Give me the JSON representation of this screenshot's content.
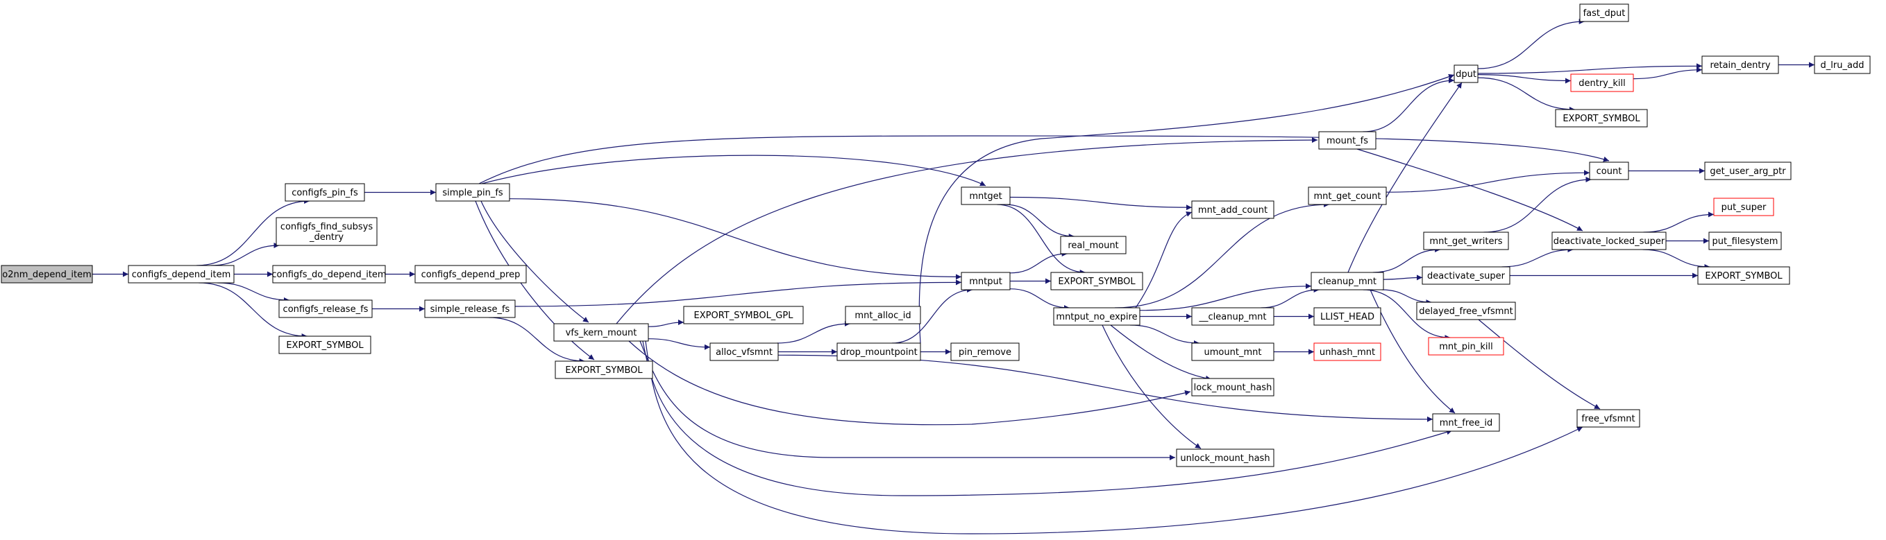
{
  "colors": {
    "edge": "#191970",
    "node_border": "#000000",
    "node_fill": "#ffffff",
    "root_fill": "#bfbfbf",
    "truncated_border": "#ff0000"
  },
  "nodes": [
    {
      "id": "o2nm_depend_item",
      "lines": [
        "o2nm_depend_item"
      ],
      "kind": "root"
    },
    {
      "id": "configfs_depend_item",
      "lines": [
        "configfs_depend_item"
      ]
    },
    {
      "id": "configfs_pin_fs",
      "lines": [
        "configfs_pin_fs"
      ]
    },
    {
      "id": "configfs_find_subsys_dentry",
      "lines": [
        "configfs_find_subsys",
        "_dentry"
      ]
    },
    {
      "id": "configfs_do_depend_item",
      "lines": [
        "configfs_do_depend_item"
      ]
    },
    {
      "id": "configfs_release_fs",
      "lines": [
        "configfs_release_fs"
      ]
    },
    {
      "id": "EXPORT_SYMBOL_1",
      "lines": [
        "EXPORT_SYMBOL"
      ]
    },
    {
      "id": "simple_pin_fs",
      "lines": [
        "simple_pin_fs"
      ]
    },
    {
      "id": "configfs_depend_prep",
      "lines": [
        "configfs_depend_prep"
      ]
    },
    {
      "id": "simple_release_fs",
      "lines": [
        "simple_release_fs"
      ]
    },
    {
      "id": "EXPORT_SYMBOL_2",
      "lines": [
        "EXPORT_SYMBOL"
      ]
    },
    {
      "id": "vfs_kern_mount",
      "lines": [
        "vfs_kern_mount"
      ]
    },
    {
      "id": "EXPORT_SYMBOL_GPL",
      "lines": [
        "EXPORT_SYMBOL_GPL"
      ]
    },
    {
      "id": "alloc_vfsmnt",
      "lines": [
        "alloc_vfsmnt"
      ]
    },
    {
      "id": "mnt_alloc_id",
      "lines": [
        "mnt_alloc_id"
      ]
    },
    {
      "id": "drop_mountpoint",
      "lines": [
        "drop_mountpoint"
      ]
    },
    {
      "id": "pin_remove",
      "lines": [
        "pin_remove"
      ]
    },
    {
      "id": "mntget",
      "lines": [
        "mntget"
      ]
    },
    {
      "id": "real_mount",
      "lines": [
        "real_mount"
      ]
    },
    {
      "id": "mntput",
      "lines": [
        "mntput"
      ]
    },
    {
      "id": "EXPORT_SYMBOL_3",
      "lines": [
        "EXPORT_SYMBOL"
      ]
    },
    {
      "id": "mntput_no_expire",
      "lines": [
        "mntput_no_expire"
      ]
    },
    {
      "id": "mnt_add_count",
      "lines": [
        "mnt_add_count"
      ]
    },
    {
      "id": "__cleanup_mnt",
      "lines": [
        "__cleanup_mnt"
      ]
    },
    {
      "id": "umount_mnt",
      "lines": [
        "umount_mnt"
      ]
    },
    {
      "id": "lock_mount_hash",
      "lines": [
        "lock_mount_hash"
      ]
    },
    {
      "id": "unlock_mount_hash",
      "lines": [
        "unlock_mount_hash"
      ]
    },
    {
      "id": "mount_fs",
      "lines": [
        "mount_fs"
      ]
    },
    {
      "id": "mnt_get_count",
      "lines": [
        "mnt_get_count"
      ]
    },
    {
      "id": "cleanup_mnt",
      "lines": [
        "cleanup_mnt"
      ]
    },
    {
      "id": "LLIST_HEAD",
      "lines": [
        "LLIST_HEAD"
      ]
    },
    {
      "id": "unhash_mnt",
      "lines": [
        "unhash_mnt"
      ],
      "kind": "truncated"
    },
    {
      "id": "mnt_free_id",
      "lines": [
        "mnt_free_id"
      ]
    },
    {
      "id": "dput",
      "lines": [
        "dput"
      ]
    },
    {
      "id": "fast_dput",
      "lines": [
        "fast_dput"
      ]
    },
    {
      "id": "dentry_kill",
      "lines": [
        "dentry_kill"
      ],
      "kind": "truncated"
    },
    {
      "id": "EXPORT_SYMBOL_4",
      "lines": [
        "EXPORT_SYMBOL"
      ]
    },
    {
      "id": "mnt_get_writers",
      "lines": [
        "mnt_get_writers"
      ]
    },
    {
      "id": "deactivate_super",
      "lines": [
        "deactivate_super"
      ]
    },
    {
      "id": "delayed_free_vfsmnt",
      "lines": [
        "delayed_free_vfsmnt"
      ]
    },
    {
      "id": "mnt_pin_kill",
      "lines": [
        "mnt_pin_kill"
      ],
      "kind": "truncated"
    },
    {
      "id": "count",
      "lines": [
        "count"
      ]
    },
    {
      "id": "deactivate_locked_super",
      "lines": [
        "deactivate_locked_super"
      ]
    },
    {
      "id": "free_vfsmnt",
      "lines": [
        "free_vfsmnt"
      ]
    },
    {
      "id": "retain_dentry",
      "lines": [
        "retain_dentry"
      ]
    },
    {
      "id": "d_lru_add",
      "lines": [
        "d_lru_add"
      ]
    },
    {
      "id": "get_user_arg_ptr",
      "lines": [
        "get_user_arg_ptr"
      ]
    },
    {
      "id": "put_super",
      "lines": [
        "put_super"
      ],
      "kind": "truncated"
    },
    {
      "id": "put_filesystem",
      "lines": [
        "put_filesystem"
      ]
    },
    {
      "id": "EXPORT_SYMBOL_5",
      "lines": [
        "EXPORT_SYMBOL"
      ]
    }
  ],
  "edges": [
    [
      "o2nm_depend_item",
      "configfs_depend_item"
    ],
    [
      "configfs_depend_item",
      "configfs_pin_fs"
    ],
    [
      "configfs_depend_item",
      "configfs_find_subsys_dentry"
    ],
    [
      "configfs_depend_item",
      "configfs_do_depend_item"
    ],
    [
      "configfs_depend_item",
      "configfs_release_fs"
    ],
    [
      "configfs_depend_item",
      "EXPORT_SYMBOL_1"
    ],
    [
      "configfs_pin_fs",
      "simple_pin_fs"
    ],
    [
      "configfs_do_depend_item",
      "configfs_depend_prep"
    ],
    [
      "configfs_release_fs",
      "simple_release_fs"
    ],
    [
      "simple_pin_fs",
      "count"
    ],
    [
      "simple_pin_fs",
      "mntget"
    ],
    [
      "simple_pin_fs",
      "mntput"
    ],
    [
      "simple_pin_fs",
      "vfs_kern_mount"
    ],
    [
      "simple_pin_fs",
      "EXPORT_SYMBOL_2"
    ],
    [
      "simple_release_fs",
      "mntput"
    ],
    [
      "simple_release_fs",
      "EXPORT_SYMBOL_2"
    ],
    [
      "vfs_kern_mount",
      "mount_fs"
    ],
    [
      "vfs_kern_mount",
      "EXPORT_SYMBOL_GPL"
    ],
    [
      "vfs_kern_mount",
      "alloc_vfsmnt"
    ],
    [
      "vfs_kern_mount",
      "lock_mount_hash"
    ],
    [
      "vfs_kern_mount",
      "unlock_mount_hash"
    ],
    [
      "vfs_kern_mount",
      "mnt_free_id"
    ],
    [
      "vfs_kern_mount",
      "free_vfsmnt"
    ],
    [
      "alloc_vfsmnt",
      "mnt_alloc_id"
    ],
    [
      "alloc_vfsmnt",
      "drop_mountpoint"
    ],
    [
      "alloc_vfsmnt",
      "mnt_free_id"
    ],
    [
      "drop_mountpoint",
      "dput"
    ],
    [
      "drop_mountpoint",
      "mntput"
    ],
    [
      "drop_mountpoint",
      "pin_remove"
    ],
    [
      "mntget",
      "mnt_add_count"
    ],
    [
      "mntget",
      "real_mount"
    ],
    [
      "mntget",
      "EXPORT_SYMBOL_3"
    ],
    [
      "mntput",
      "real_mount"
    ],
    [
      "mntput",
      "EXPORT_SYMBOL_3"
    ],
    [
      "mntput",
      "mntput_no_expire"
    ],
    [
      "mntput_no_expire",
      "mnt_add_count"
    ],
    [
      "mntput_no_expire",
      "mnt_get_count"
    ],
    [
      "mntput_no_expire",
      "cleanup_mnt"
    ],
    [
      "mntput_no_expire",
      "__cleanup_mnt"
    ],
    [
      "mntput_no_expire",
      "umount_mnt"
    ],
    [
      "mntput_no_expire",
      "lock_mount_hash"
    ],
    [
      "mntput_no_expire",
      "unlock_mount_hash"
    ],
    [
      "__cleanup_mnt",
      "cleanup_mnt"
    ],
    [
      "__cleanup_mnt",
      "LLIST_HEAD"
    ],
    [
      "umount_mnt",
      "unhash_mnt"
    ],
    [
      "mount_fs",
      "dput"
    ],
    [
      "mount_fs",
      "deactivate_locked_super"
    ],
    [
      "mnt_get_count",
      "count"
    ],
    [
      "cleanup_mnt",
      "dput"
    ],
    [
      "cleanup_mnt",
      "mnt_get_writers"
    ],
    [
      "cleanup_mnt",
      "deactivate_super"
    ],
    [
      "cleanup_mnt",
      "delayed_free_vfsmnt"
    ],
    [
      "cleanup_mnt",
      "mnt_pin_kill"
    ],
    [
      "cleanup_mnt",
      "mnt_free_id"
    ],
    [
      "dput",
      "fast_dput"
    ],
    [
      "dput",
      "retain_dentry"
    ],
    [
      "dput",
      "dentry_kill"
    ],
    [
      "dput",
      "EXPORT_SYMBOL_4"
    ],
    [
      "dentry_kill",
      "retain_dentry"
    ],
    [
      "retain_dentry",
      "d_lru_add"
    ],
    [
      "mnt_get_writers",
      "count"
    ],
    [
      "deactivate_super",
      "deactivate_locked_super"
    ],
    [
      "deactivate_super",
      "EXPORT_SYMBOL_5"
    ],
    [
      "delayed_free_vfsmnt",
      "free_vfsmnt"
    ],
    [
      "count",
      "get_user_arg_ptr"
    ],
    [
      "deactivate_locked_super",
      "put_super"
    ],
    [
      "deactivate_locked_super",
      "put_filesystem"
    ],
    [
      "deactivate_locked_super",
      "EXPORT_SYMBOL_5"
    ]
  ]
}
